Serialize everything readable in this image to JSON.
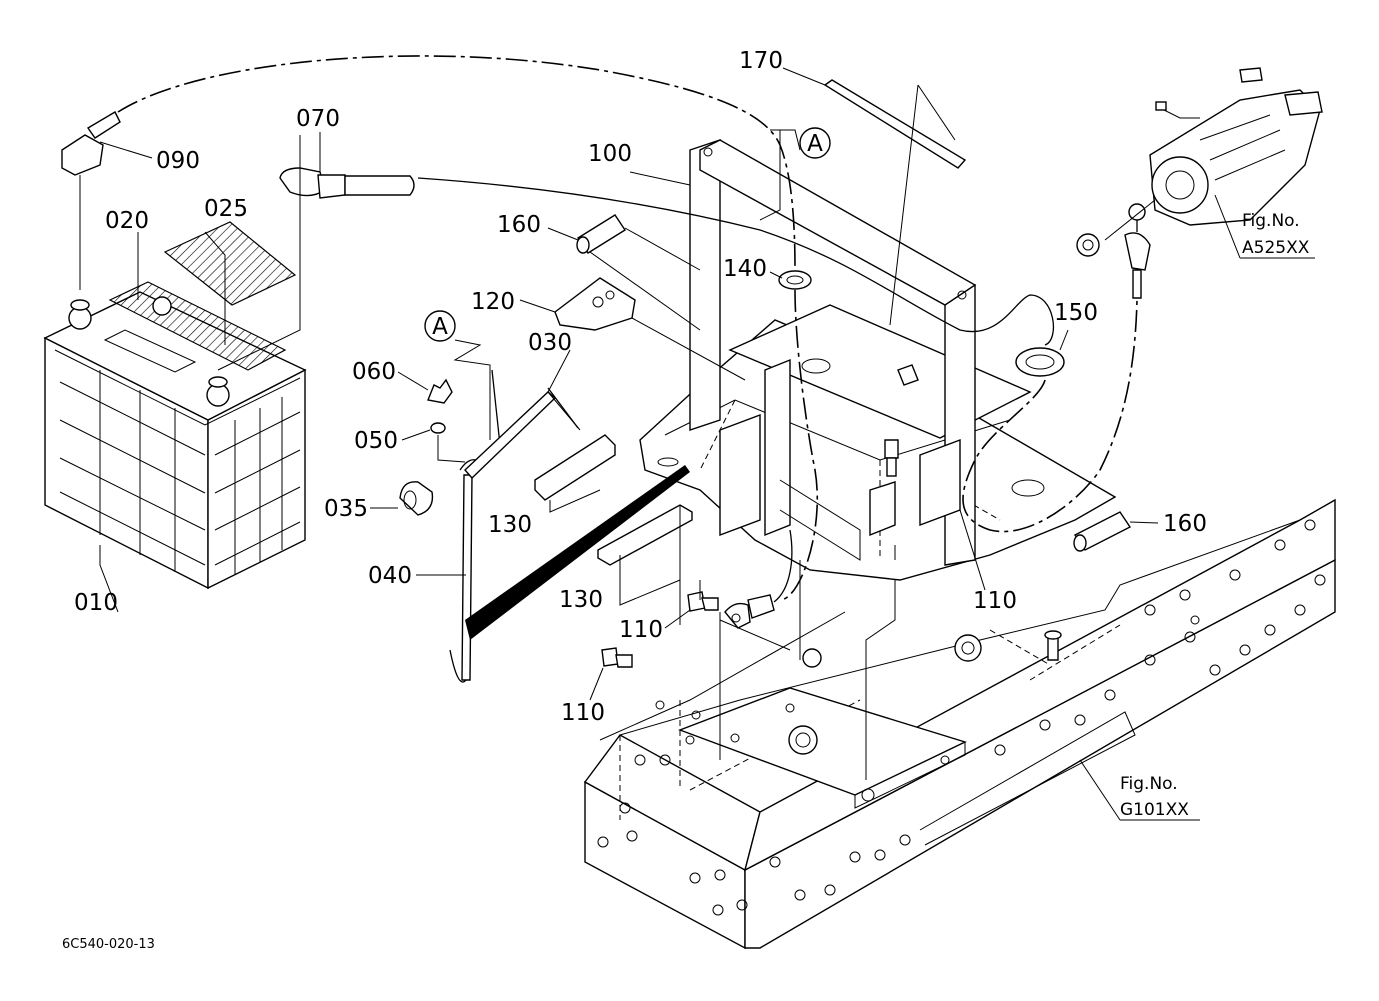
{
  "labels": {
    "p010": "010",
    "p020": "020",
    "p025": "025",
    "p030": "030",
    "p035": "035",
    "p040": "040",
    "p050": "050",
    "p060": "060",
    "p070": "070",
    "p090": "090",
    "p100": "100",
    "p110a": "110",
    "p110b": "110",
    "p110c": "110",
    "p120": "120",
    "p130a": "130",
    "p130b": "130",
    "p140": "140",
    "p150": "150",
    "p160a": "160",
    "p160b": "160",
    "p170": "170"
  },
  "refs": {
    "a1": "A",
    "a2": "A"
  },
  "figures": {
    "starter_caption": "Fig.No.",
    "starter_number": "A525XX",
    "frame_caption": "Fig.No.",
    "frame_number": "G101XX"
  },
  "drawing_code": "6C540-020-13"
}
